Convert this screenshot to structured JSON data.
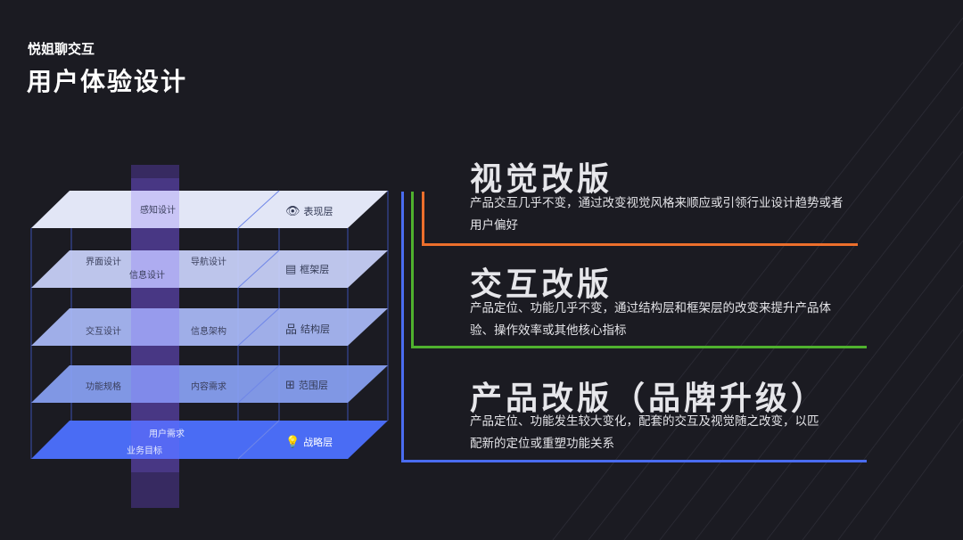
{
  "header": {
    "brand": "悦姐聊交互",
    "title": "用户体验设计"
  },
  "layers": [
    {
      "name": "表现层",
      "icon": "eye-icon",
      "items": [
        "感知设计"
      ]
    },
    {
      "name": "框架层",
      "icon": "layout-icon",
      "items": [
        "界面设计",
        "导航设计",
        "信息设计"
      ]
    },
    {
      "name": "结构层",
      "icon": "hierarchy-icon",
      "items": [
        "交互设计",
        "信息架构"
      ]
    },
    {
      "name": "范围层",
      "icon": "grid-icon",
      "items": [
        "功能规格",
        "内容需求"
      ]
    },
    {
      "name": "战略层",
      "icon": "lightbulb-icon",
      "items": [
        "用户需求",
        "业务目标"
      ]
    }
  ],
  "redesigns": [
    {
      "title": "视觉改版",
      "desc": "产品交互几乎不变，通过改变视觉风格来顺应或引领行业设计趋势或者用户偏好",
      "color": "#ec6f2c"
    },
    {
      "title": "交互改版",
      "desc": "产品定位、功能几乎不变，通过结构层和框架层的改变来提升产品体验、操作效率或其他核心指标",
      "color": "#4fb12e"
    },
    {
      "title": "产品改版（品牌升级）",
      "desc": "产品定位、功能发生较大变化，配套的交互及视觉随之改变，以匹配新的定位或重塑功能关系",
      "color": "#4a6cf0"
    }
  ]
}
